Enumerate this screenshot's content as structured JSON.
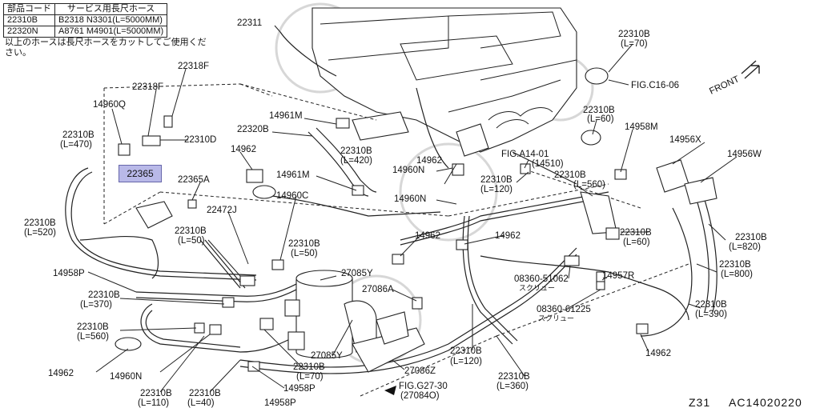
{
  "legend": {
    "headers": [
      "部品コード",
      "サービス用長尺ホース"
    ],
    "rows": [
      [
        "22310B",
        "B2318 N3301(L=5000MM)"
      ],
      [
        "22320N",
        "A8761 M4901(L=5000MM)"
      ]
    ]
  },
  "note": "以上のホースは長尺ホースをカットしてご使用ください。",
  "highlight": "22365",
  "labels": [
    {
      "id": "l1",
      "text": "22311"
    },
    {
      "id": "l2",
      "text": "22310B"
    },
    {
      "id": "l3",
      "text": "(L=70)"
    },
    {
      "id": "l4",
      "text": "FIG.C16-06"
    },
    {
      "id": "l5",
      "text": "FRONT"
    },
    {
      "id": "l6",
      "text": "22318F"
    },
    {
      "id": "l7",
      "text": "22318F"
    },
    {
      "id": "l8",
      "text": "14960Q"
    },
    {
      "id": "l9",
      "text": "14961M"
    },
    {
      "id": "l10",
      "text": "22310B"
    },
    {
      "id": "l11",
      "text": "(L=60)"
    },
    {
      "id": "l12",
      "text": "14958M"
    },
    {
      "id": "l13",
      "text": "22310B"
    },
    {
      "id": "l14",
      "text": "(L=470)"
    },
    {
      "id": "l15",
      "text": "22310D"
    },
    {
      "id": "l16",
      "text": "22320B"
    },
    {
      "id": "l17",
      "text": "14956X"
    },
    {
      "id": "l18",
      "text": "14962"
    },
    {
      "id": "l19",
      "text": "22310B"
    },
    {
      "id": "l20",
      "text": "(L=420)"
    },
    {
      "id": "l21",
      "text": "FIG.A14-01"
    },
    {
      "id": "l22",
      "text": "(14510)"
    },
    {
      "id": "l23",
      "text": "14956W"
    },
    {
      "id": "l24",
      "text": "22365A"
    },
    {
      "id": "l25",
      "text": "14961M"
    },
    {
      "id": "l26",
      "text": "14960N"
    },
    {
      "id": "l27",
      "text": "14962"
    },
    {
      "id": "l28",
      "text": "22310B"
    },
    {
      "id": "l29",
      "text": "(L=120)"
    },
    {
      "id": "l30",
      "text": "22310B"
    },
    {
      "id": "l31",
      "text": "(L=560)"
    },
    {
      "id": "l32",
      "text": "14960C"
    },
    {
      "id": "l33",
      "text": "14960N"
    },
    {
      "id": "l34",
      "text": "22472J"
    },
    {
      "id": "l35",
      "text": "22310B"
    },
    {
      "id": "l36",
      "text": "(L=520)"
    },
    {
      "id": "l37",
      "text": "22310B"
    },
    {
      "id": "l38",
      "text": "(L=50)"
    },
    {
      "id": "l39",
      "text": "14962"
    },
    {
      "id": "l40",
      "text": "14962"
    },
    {
      "id": "l41",
      "text": "22310B"
    },
    {
      "id": "l42",
      "text": "(L=60)"
    },
    {
      "id": "l43",
      "text": "22310B"
    },
    {
      "id": "l44",
      "text": "(L=820)"
    },
    {
      "id": "l45",
      "text": "22310B"
    },
    {
      "id": "l46",
      "text": "(L=50)"
    },
    {
      "id": "l47",
      "text": "14958P"
    },
    {
      "id": "l48",
      "text": "27085Y"
    },
    {
      "id": "l49",
      "text": "08360-51062"
    },
    {
      "id": "l50",
      "text": "スクリュー"
    },
    {
      "id": "l51",
      "text": "14957R"
    },
    {
      "id": "l52",
      "text": "22310B"
    },
    {
      "id": "l53",
      "text": "(L=800)"
    },
    {
      "id": "l54",
      "text": "22310B"
    },
    {
      "id": "l55",
      "text": "(L=370)"
    },
    {
      "id": "l56",
      "text": "27086A"
    },
    {
      "id": "l57",
      "text": "08360-61225"
    },
    {
      "id": "l58",
      "text": "スクリュー"
    },
    {
      "id": "l59",
      "text": "22310B"
    },
    {
      "id": "l60",
      "text": "(L=390)"
    },
    {
      "id": "l61",
      "text": "22310B"
    },
    {
      "id": "l62",
      "text": "(L=560)"
    },
    {
      "id": "l63",
      "text": "14962"
    },
    {
      "id": "l64",
      "text": "14960N"
    },
    {
      "id": "l65",
      "text": "27085Y"
    },
    {
      "id": "l66",
      "text": "22310B"
    },
    {
      "id": "l67",
      "text": "(L=120)"
    },
    {
      "id": "l68",
      "text": "14962"
    },
    {
      "id": "l69",
      "text": "22310B"
    },
    {
      "id": "l70",
      "text": "(L=70)"
    },
    {
      "id": "l71",
      "text": "27086Z"
    },
    {
      "id": "l72",
      "text": "22310B"
    },
    {
      "id": "l73",
      "text": "(L=360)"
    },
    {
      "id": "l74",
      "text": "14958P"
    },
    {
      "id": "l75",
      "text": "FIG.G27-30"
    },
    {
      "id": "l76",
      "text": "(27084O)"
    },
    {
      "id": "l77",
      "text": "22310B"
    },
    {
      "id": "l78",
      "text": "(L=110)"
    },
    {
      "id": "l79",
      "text": "22310B"
    },
    {
      "id": "l80",
      "text": "(L=40)"
    },
    {
      "id": "l81",
      "text": "14958P"
    }
  ],
  "footer": {
    "left": "Z31",
    "right": "AC14020220"
  }
}
